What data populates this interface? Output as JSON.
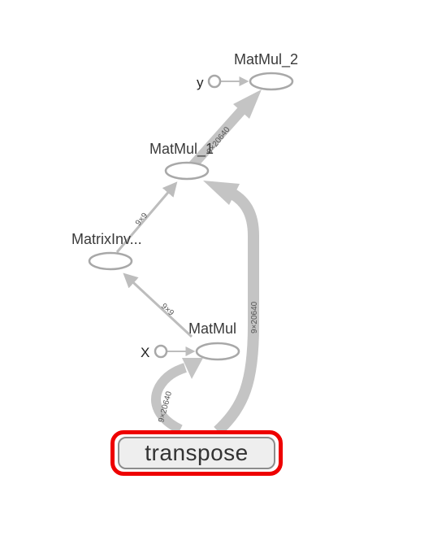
{
  "graph": {
    "nodes": {
      "matmul_2": {
        "label": "MatMul_2"
      },
      "matmul_1": {
        "label": "MatMul_1"
      },
      "matrix_inverse": {
        "label": "MatrixInv..."
      },
      "matmul": {
        "label": "MatMul"
      },
      "transpose": {
        "label": "transpose"
      }
    },
    "inputs": {
      "y": {
        "label": "y"
      },
      "x": {
        "label": "X"
      }
    },
    "edges": {
      "matmul1_to_matmul2": {
        "label": "9×20640"
      },
      "matrixinv_to_matmul1": {
        "label": "9×9"
      },
      "matmul_to_matrixinv": {
        "label": "9×9"
      },
      "transpose_to_matmul1": {
        "label": "9×20640"
      },
      "transpose_to_matmul": {
        "label": "9×20640"
      }
    },
    "selected_node": "transpose",
    "colors": {
      "selection_outline": "#ee0000",
      "edge": "#c4c4c4",
      "node_stroke": "#a8a8a8",
      "selected_fill": "#eeeeee"
    }
  }
}
